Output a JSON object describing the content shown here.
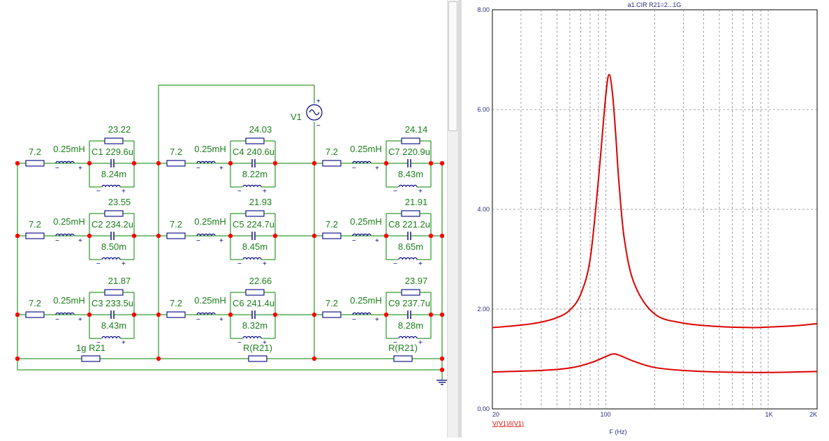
{
  "schematic": {
    "source": {
      "name": "V1"
    },
    "columns": [
      {
        "cells": [
          {
            "rs": "7.2",
            "l": "0.25mH",
            "c": "C1",
            "cval": "229.6u",
            "rp": "23.22",
            "lp": "8.24m"
          },
          {
            "rs": "7.2",
            "l": "0.25mH",
            "c": "C2",
            "cval": "234.2u",
            "rp": "23.55",
            "lp": "8.50m"
          },
          {
            "rs": "7.2",
            "l": "0.25mH",
            "c": "C3",
            "cval": "233.5u",
            "rp": "21.87",
            "lp": "8.43m"
          }
        ]
      },
      {
        "cells": [
          {
            "rs": "7.2",
            "l": "0.25mH",
            "c": "C4",
            "cval": "240.6u",
            "rp": "24.03",
            "lp": "8.22m"
          },
          {
            "rs": "7.2",
            "l": "0.25mH",
            "c": "C5",
            "cval": "224.7u",
            "rp": "21.93",
            "lp": "8.45m"
          },
          {
            "rs": "7.2",
            "l": "0.25mH",
            "c": "C6",
            "cval": "241.4u",
            "rp": "22.66",
            "lp": "8.32m"
          }
        ]
      },
      {
        "cells": [
          {
            "rs": "7.2",
            "l": "0.25mH",
            "c": "C7",
            "cval": "220.9u",
            "rp": "24.14",
            "lp": "8.43m"
          },
          {
            "rs": "7.2",
            "l": "0.25mH",
            "c": "C8",
            "cval": "221.2u",
            "rp": "21.91",
            "lp": "8.65m"
          },
          {
            "rs": "7.2",
            "l": "0.25mH",
            "c": "C9",
            "cval": "237.7u",
            "rp": "23.97",
            "lp": "8.28m"
          }
        ]
      }
    ],
    "bottom_resistors": [
      {
        "value": "1g",
        "name": "R21"
      },
      {
        "value": "R(R21)",
        "name": ""
      },
      {
        "value": "R(R21)",
        "name": ""
      }
    ]
  },
  "plot": {
    "title": "a1.CIR R21=2...1G",
    "y_ticks": [
      "0.00",
      "2.00",
      "4.00",
      "6.00",
      "8.00"
    ],
    "x_ticks": [
      "20",
      "100",
      "1K",
      "2K"
    ],
    "xlabel": "F (Hz)",
    "ylabel": "V(V1)/I(V1)"
  },
  "chart_data": {
    "type": "line",
    "title": "a1.CIR R21=2...1G",
    "xlabel": "F (Hz)",
    "ylabel": "V(V1)/I(V1)",
    "x_scale": "log",
    "xlim": [
      20,
      2000
    ],
    "ylim": [
      0,
      8
    ],
    "grid": true,
    "color": "#dd0000",
    "series": [
      {
        "x": [
          20,
          30,
          40,
          50,
          60,
          70,
          80,
          90,
          100,
          105,
          110,
          115,
          120,
          130,
          150,
          200,
          300,
          500,
          800,
          1000,
          1500,
          2000
        ],
        "y": [
          1.63,
          1.68,
          1.74,
          1.83,
          1.98,
          2.3,
          3.0,
          4.6,
          6.3,
          6.7,
          6.3,
          5.5,
          4.6,
          3.4,
          2.5,
          1.9,
          1.72,
          1.65,
          1.63,
          1.64,
          1.67,
          1.71
        ]
      },
      {
        "x": [
          20,
          40,
          60,
          80,
          100,
          110,
          120,
          150,
          200,
          300,
          500,
          1000,
          2000
        ],
        "y": [
          0.74,
          0.77,
          0.82,
          0.92,
          1.05,
          1.1,
          1.08,
          0.95,
          0.83,
          0.77,
          0.74,
          0.73,
          0.75
        ]
      }
    ]
  }
}
